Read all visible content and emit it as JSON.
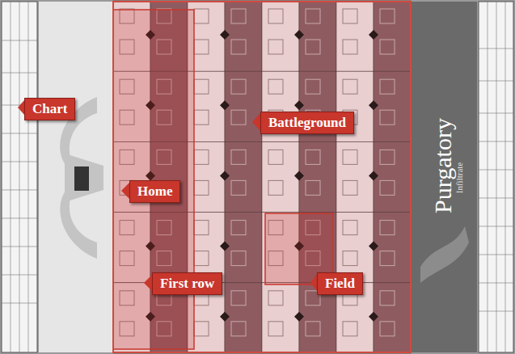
{
  "diagram": {
    "nodes": [
      {
        "text": [
          "Chart"
        ]
      },
      {
        "text": [
          "Home"
        ]
      },
      {
        "text": [
          "Battleground"
        ]
      },
      {
        "text": [
          "First row"
        ]
      },
      {
        "text": [
          "Field"
        ]
      }
    ],
    "labels": [
      "Purgatory",
      "Infiltrate"
    ]
  }
}
